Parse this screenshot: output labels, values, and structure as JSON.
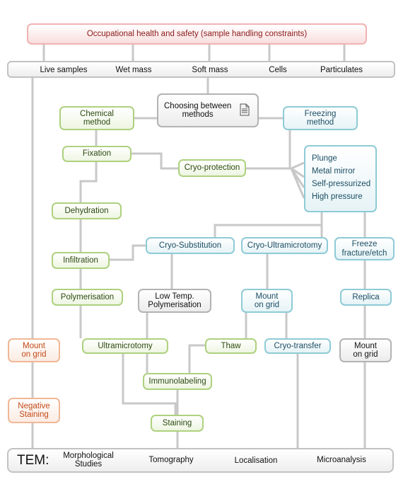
{
  "colors": {
    "green": "#aed17e",
    "blue": "#8ecbd6",
    "orange": "#f0b796",
    "gray": "#b3b3b3",
    "pink": "#f0b2b2",
    "wire": "#c8c8c8"
  },
  "header": "Occupational health and safety (sample handling constraints)",
  "samples": [
    "Live samples",
    "Wet mass",
    "Soft mass",
    "Cells",
    "Particulates"
  ],
  "choosing": {
    "label": "Choosing between\nmethods",
    "icon": "document-icon"
  },
  "chemical": "Chemical\nmethod",
  "freezing": "Freezing\nmethod",
  "fixation": "Fixation",
  "cryo_protection": "Cryo-protection",
  "freezing_methods": [
    "Plunge",
    "Metal mirror",
    "Self-pressurized",
    "High pressure"
  ],
  "dehydration": "Dehydration",
  "cryo_substitution": "Cryo-Substitution",
  "cryo_ultramicrotomy": "Cryo-Ultramicrotomy",
  "freeze_fracture": "Freeze\nfracture/etch",
  "infiltration": "Infiltration",
  "polymerisation": "Polymerisation",
  "low_temp_polymerisation": "Low Temp.\nPolymerisation",
  "mount_on_grid_blue": "Mount\non grid",
  "replica": "Replica",
  "mount_on_grid_orange": "Mount\non grid",
  "ultramicrotomy": "Ultramicrotomy",
  "thaw": "Thaw",
  "cryo_transfer": "Cryo-transfer",
  "mount_on_grid_gray": "Mount\non grid",
  "immunolabeling": "Immunolabeling",
  "negative_staining": "Negative\nStaining",
  "staining": "Staining",
  "tem": {
    "title": "TEM:",
    "items": [
      "Morphological\nStudies",
      "Tomography",
      "Localisation",
      "Microanalysis"
    ]
  }
}
